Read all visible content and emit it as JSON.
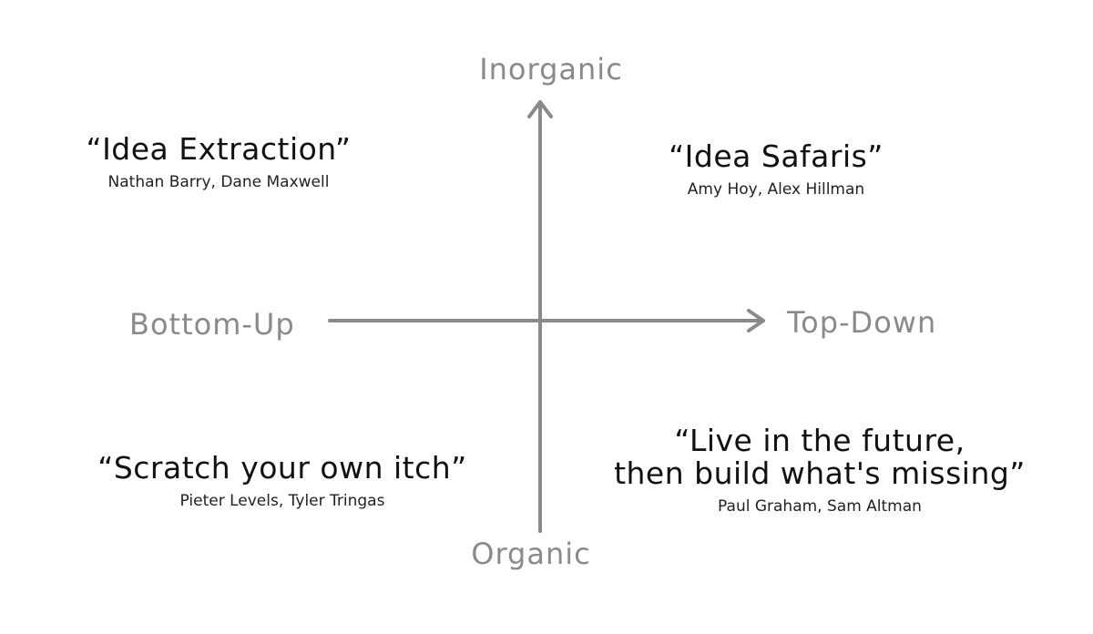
{
  "axes": {
    "top_label": "Inorganic",
    "bottom_label": "Organic",
    "left_label": "Bottom-Up",
    "right_label": "Top-Down"
  },
  "quadrants": {
    "top_left": {
      "title": "“Idea Extraction”",
      "authors": "Nathan Barry, Dane Maxwell"
    },
    "top_right": {
      "title": "“Idea Safaris”",
      "authors": "Amy Hoy, Alex Hillman"
    },
    "bottom_left": {
      "title": "“Scratch your own itch”",
      "authors": "Pieter Levels, Tyler Tringas"
    },
    "bottom_right": {
      "title_line1": "“Live in the future,",
      "title_line2": "then build what's missing”",
      "authors": "Paul Graham, Sam Altman"
    }
  },
  "colors": {
    "axis": "#8a8a8a",
    "text": "#111111"
  }
}
